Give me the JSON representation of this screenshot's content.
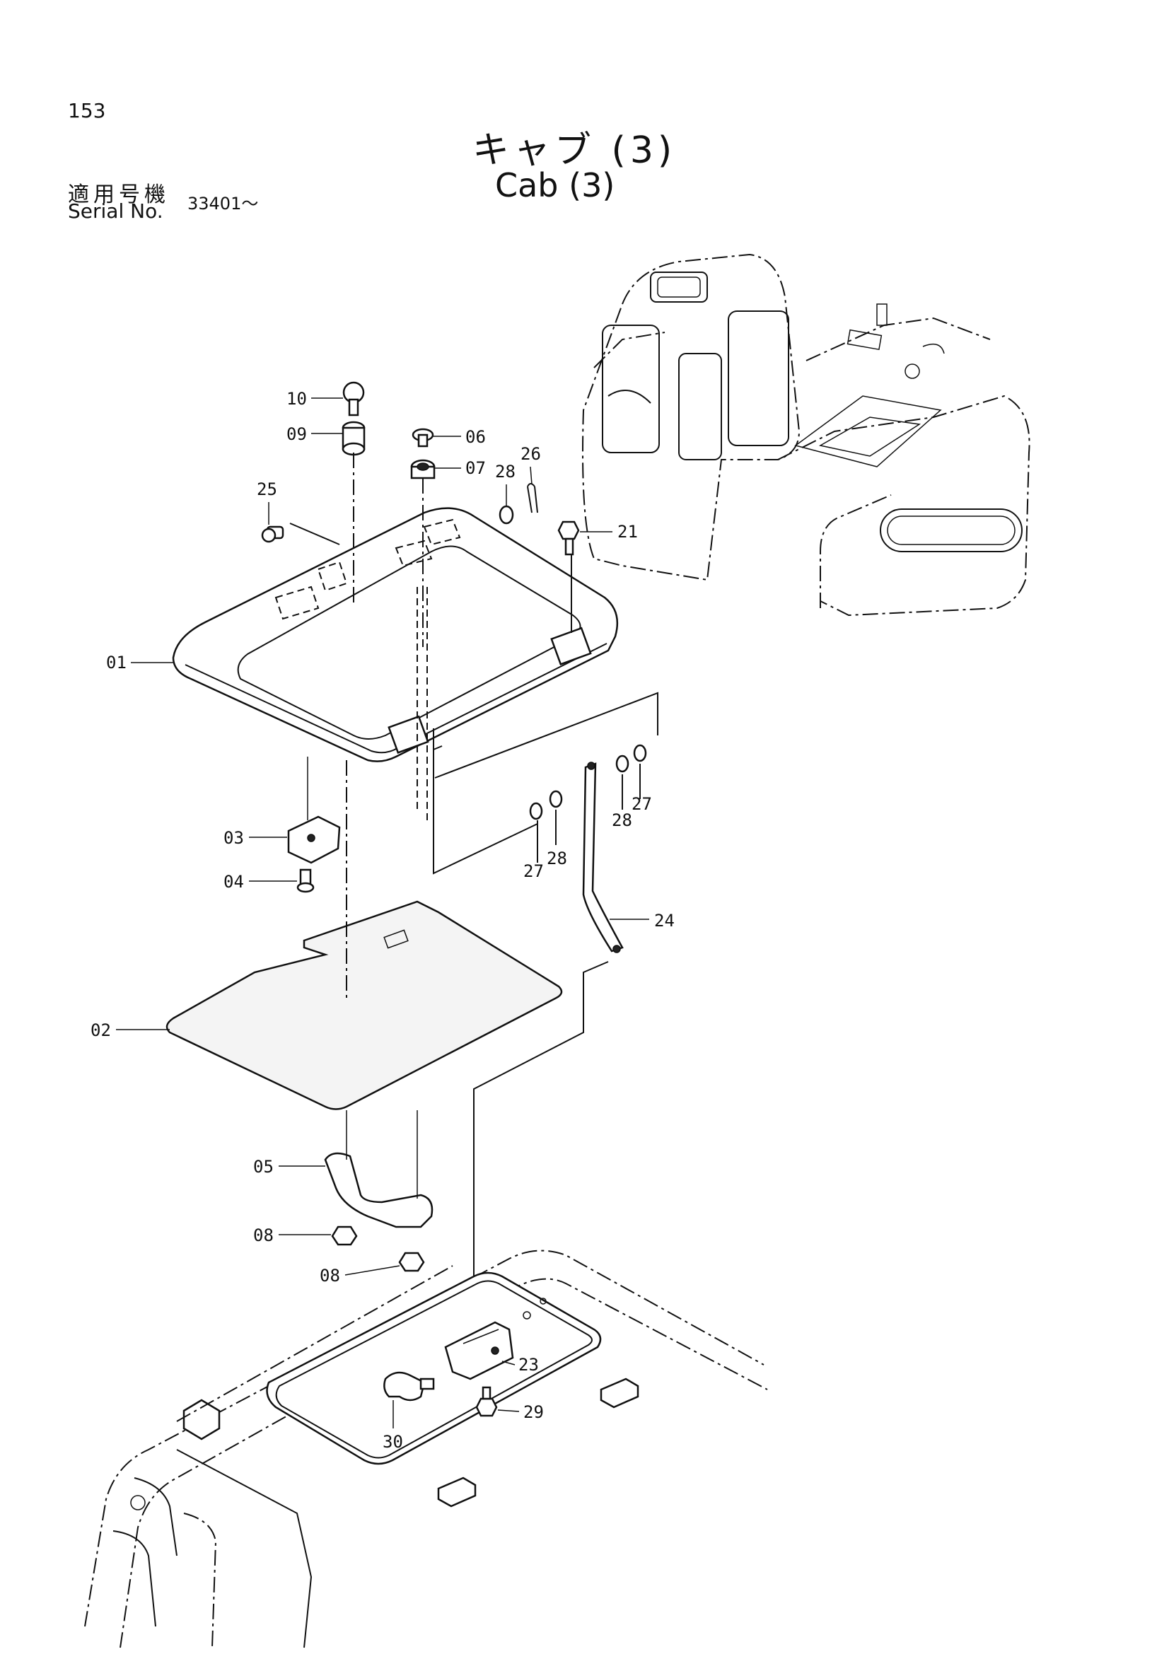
{
  "page_number": "153",
  "title": {
    "japanese": "キャブ (3)",
    "english": "Cab (3)"
  },
  "serial": {
    "label_japanese": "適用号機",
    "label_english": "Serial No.",
    "value": "33401～"
  },
  "callouts": [
    "10",
    "09",
    "06",
    "07",
    "28",
    "26",
    "25",
    "21",
    "01",
    "03",
    "04",
    "27",
    "28",
    "28",
    "27",
    "24",
    "02",
    "05",
    "08",
    "08",
    "23",
    "29",
    "30"
  ]
}
